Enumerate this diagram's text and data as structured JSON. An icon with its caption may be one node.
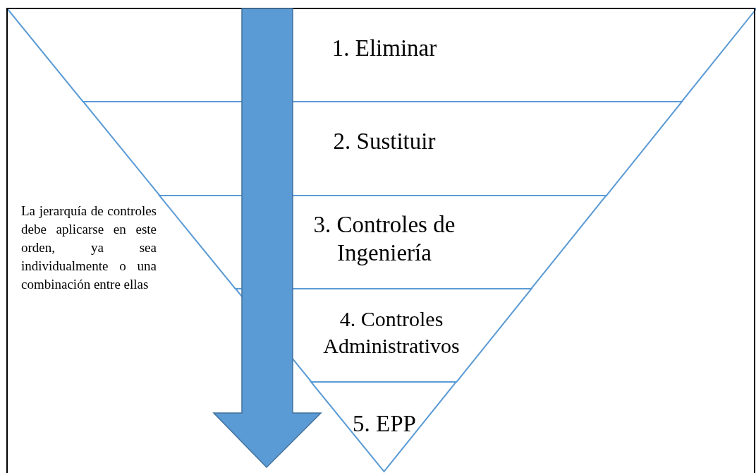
{
  "diagram": {
    "nodes": [
      {
        "text": [
          "1. Eliminar"
        ]
      },
      {
        "text": [
          "2. Sustituir"
        ]
      },
      {
        "text": [
          "3. Controles de Ingeniería"
        ]
      },
      {
        "text": [
          "4. Controles Administrativos"
        ]
      },
      {
        "text": [
          "5. EPP"
        ]
      }
    ],
    "labels": [
      "La jerarquía de controles debe aplicarse en este orden, ya sea individualmente o una combinación entre ellas"
    ]
  }
}
